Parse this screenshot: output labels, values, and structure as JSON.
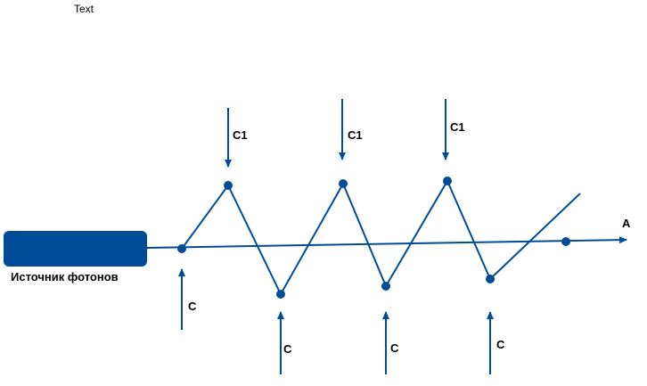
{
  "corner_text": "Text",
  "source": {
    "label": "Источник фотонов",
    "color": "#004c99"
  },
  "beam_label": "A",
  "top_labels": [
    "C1",
    "C1",
    "C1"
  ],
  "bottom_labels": [
    "C",
    "C",
    "C",
    "C"
  ],
  "colors": {
    "line": "#004c99",
    "accent": "#004c99"
  }
}
